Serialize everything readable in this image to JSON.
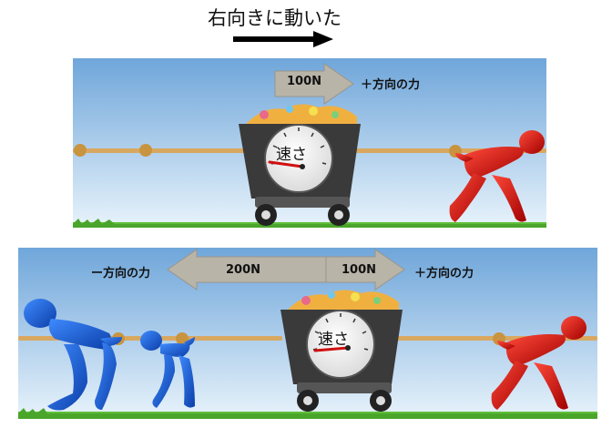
{
  "title": "右向きに動いた",
  "panel1": {
    "arrow_value": "100N",
    "arrow_label": "＋方向の力",
    "gauge_label": "速さ"
  },
  "panel2": {
    "left_arrow_value": "200N",
    "left_arrow_label": "ー方向の力",
    "right_arrow_value": "100N",
    "right_arrow_label": "＋方向の力",
    "gauge_label": "速さ"
  },
  "colors": {
    "sky_top": "#6fa6da",
    "sky_bottom": "#e8f3fb",
    "grass": "#5fbf3a",
    "rope": "#d9a860",
    "arrow_fill": "#b9b4a8",
    "cart": "#3a3a3a",
    "red_figure": "#d01010",
    "blue_figure": "#1558d6"
  }
}
